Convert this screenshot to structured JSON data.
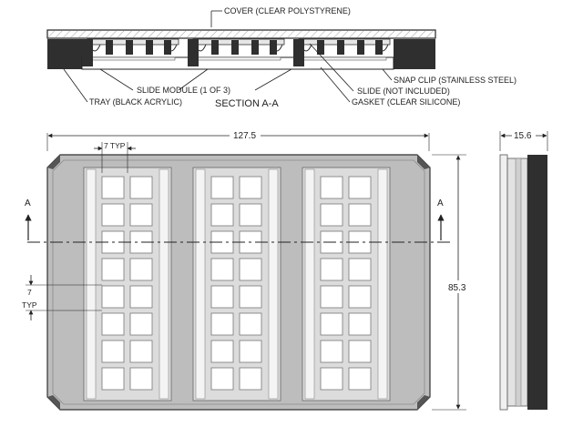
{
  "section_view": {
    "title": "SECTION A-A",
    "labels": {
      "cover": "COVER (CLEAR POLYSTYRENE)",
      "snap_clip": "SNAP CLIP (STAINLESS STEEL)",
      "slide_module": "SLIDE MODULE (1 OF 3)",
      "slide": "SLIDE (NOT INCLUDED)",
      "tray": "TRAY (BLACK ACRYLIC)",
      "gasket": "GASKET (CLEAR SILICONE)"
    }
  },
  "plan_view": {
    "width_dim": "127.5",
    "height_dim": "85.3",
    "well_width_dim": "7 TYP",
    "well_pitch_value": "7",
    "well_pitch_suffix": "TYP",
    "section_marker": "A",
    "module_count": 3,
    "well_rows": 8,
    "well_cols": 2
  },
  "side_view": {
    "depth_dim": "15.6"
  },
  "colors": {
    "line": "#222222",
    "tray": "#2f2f2f",
    "plate": "#bdbdbd",
    "module": "#dcdcdc",
    "well": "#ffffff"
  }
}
